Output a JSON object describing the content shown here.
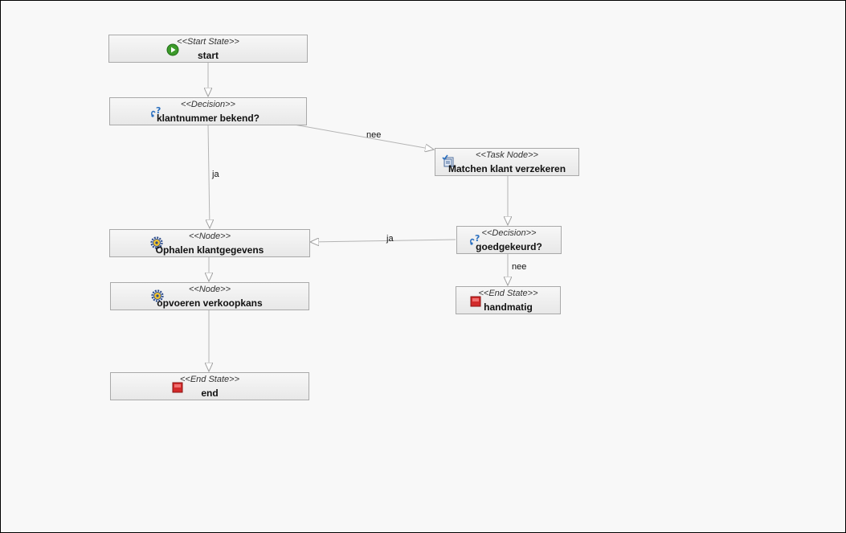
{
  "nodes": {
    "start": {
      "stereotype": "<<Start State>>",
      "name": "start",
      "icon": "start-icon"
    },
    "decision1": {
      "stereotype": "<<Decision>>",
      "name": "klantnummer bekend?",
      "icon": "decision-icon"
    },
    "task": {
      "stereotype": "<<Task Node>>",
      "name": "Matchen klant verzekeren",
      "icon": "task-icon"
    },
    "decision2": {
      "stereotype": "<<Decision>>",
      "name": "goedgekeurd?",
      "icon": "decision-icon"
    },
    "ophalen": {
      "stereotype": "<<Node>>",
      "name": "Ophalen klantgegevens",
      "icon": "node-gear-icon"
    },
    "opvoeren": {
      "stereotype": "<<Node>>",
      "name": "opvoeren verkoopkans",
      "icon": "node-gear-icon"
    },
    "end": {
      "stereotype": "<<End State>>",
      "name": "end",
      "icon": "end-icon"
    },
    "handmatig": {
      "stereotype": "<<End State>>",
      "name": "handmatig",
      "icon": "end-icon"
    }
  },
  "edges": {
    "start_decision1": {
      "label": ""
    },
    "decision1_task": {
      "label": "nee"
    },
    "decision1_ophalen": {
      "label": "ja"
    },
    "task_decision2": {
      "label": ""
    },
    "decision2_ophalen": {
      "label": "ja"
    },
    "decision2_handmatig": {
      "label": "nee"
    },
    "ophalen_opvoeren": {
      "label": ""
    },
    "opvoeren_end": {
      "label": ""
    }
  },
  "colors": {
    "canvas_background": "#f8f8f8",
    "node_border": "#a9a9a9",
    "edge_line": "#b4b4b4",
    "start_green": "#3c9a2a",
    "end_red": "#d22a2a",
    "icon_blue": "#2a6fbf"
  }
}
